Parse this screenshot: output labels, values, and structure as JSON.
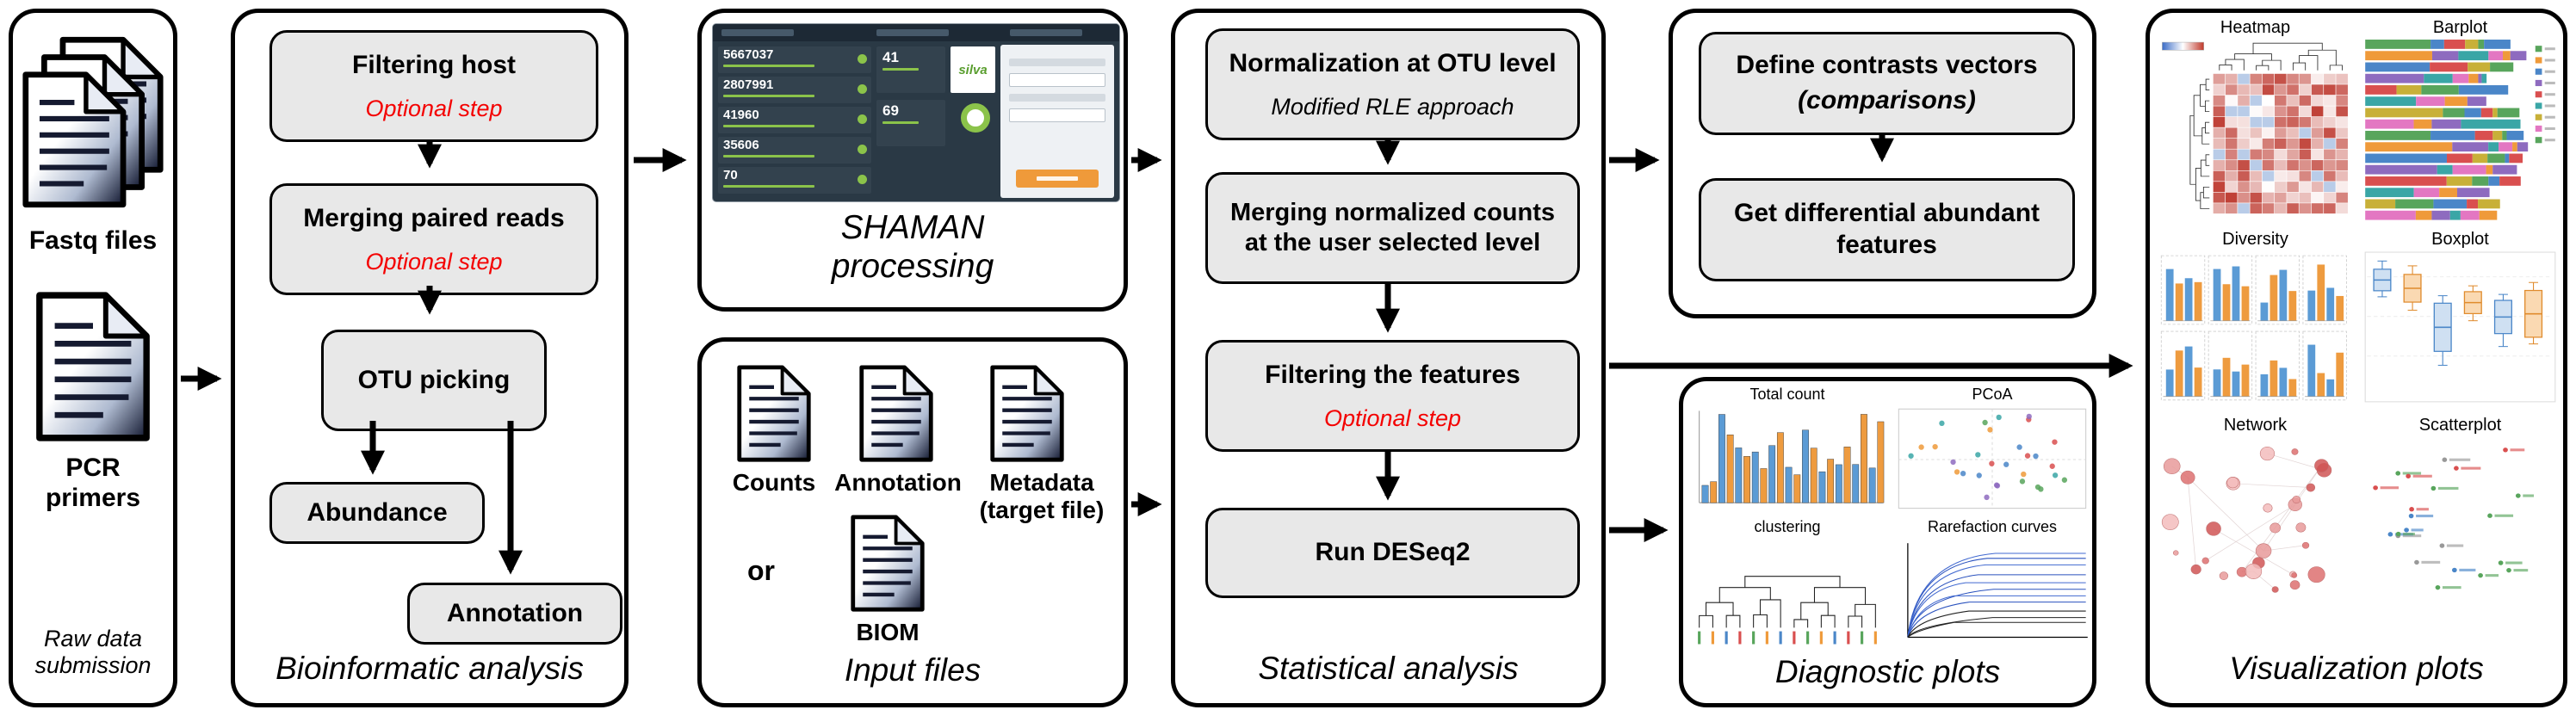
{
  "colors": {
    "box-fill": "#e8e8e8",
    "optional-red": "#f40000",
    "shot-bg": "#2a3945",
    "shot-header": "#1d2935",
    "tile-bg": "#33424e",
    "green-accent": "#8bc34a",
    "orange-accent": "#ef9a3a"
  },
  "raw_data_panel": {
    "fastq_label": "Fastq files",
    "pcr_label": "PCR primers",
    "caption": "Raw data submission"
  },
  "bioinformatic_panel": {
    "caption": "Bioinformatic analysis",
    "boxes": {
      "filtering_host": {
        "label": "Filtering host",
        "note": "Optional step"
      },
      "merging_reads": {
        "label": "Merging paired reads",
        "note": "Optional step"
      },
      "otu_picking": {
        "label": "OTU picking"
      },
      "abundance": {
        "label": "Abundance"
      },
      "annotation": {
        "label": "Annotation"
      }
    }
  },
  "shaman_panel": {
    "caption": "SHAMAN processing",
    "screenshot": {
      "stats": [
        "5667037",
        "2807991",
        "41960",
        "35606",
        "70"
      ],
      "mid_stats": [
        "41",
        "69"
      ],
      "logo_text": "silva"
    }
  },
  "input_panel": {
    "caption": "Input files",
    "file_labels": [
      "Counts",
      "Annotation",
      "Metadata"
    ],
    "metadata_sub": "(target file)",
    "or_label": "or",
    "biom_label": "BIOM"
  },
  "statistical_panel": {
    "caption": "Statistical analysis",
    "boxes": {
      "normalization": {
        "label": "Normalization at OTU level",
        "note": "Modified RLE approach"
      },
      "merging_counts": {
        "label": "Merging normalized counts at the user selected level"
      },
      "filtering_features": {
        "label": "Filtering the features",
        "note": "Optional step"
      },
      "run_deseq2": {
        "label": "Run DESeq2"
      }
    }
  },
  "contrasts_panel": {
    "define_contrasts": {
      "line1": "Define contrasts vectors",
      "line2": "(comparisons)"
    },
    "get_differential": {
      "label": "Get differential abundant features"
    }
  },
  "diagnostic_panel": {
    "caption": "Diagnostic plots",
    "plot_titles": {
      "total_count": "Total count",
      "pcoa": "PCoA",
      "clustering": "clustering",
      "rarefaction": "Rarefaction curves"
    }
  },
  "visualization_panel": {
    "caption": "Visualization plots",
    "plot_titles": {
      "heatmap": "Heatmap",
      "barplot": "Barplot",
      "diversity": "Diversity",
      "boxplot": "Boxplot",
      "network": "Network",
      "scatterplot": "Scatterplot"
    }
  }
}
